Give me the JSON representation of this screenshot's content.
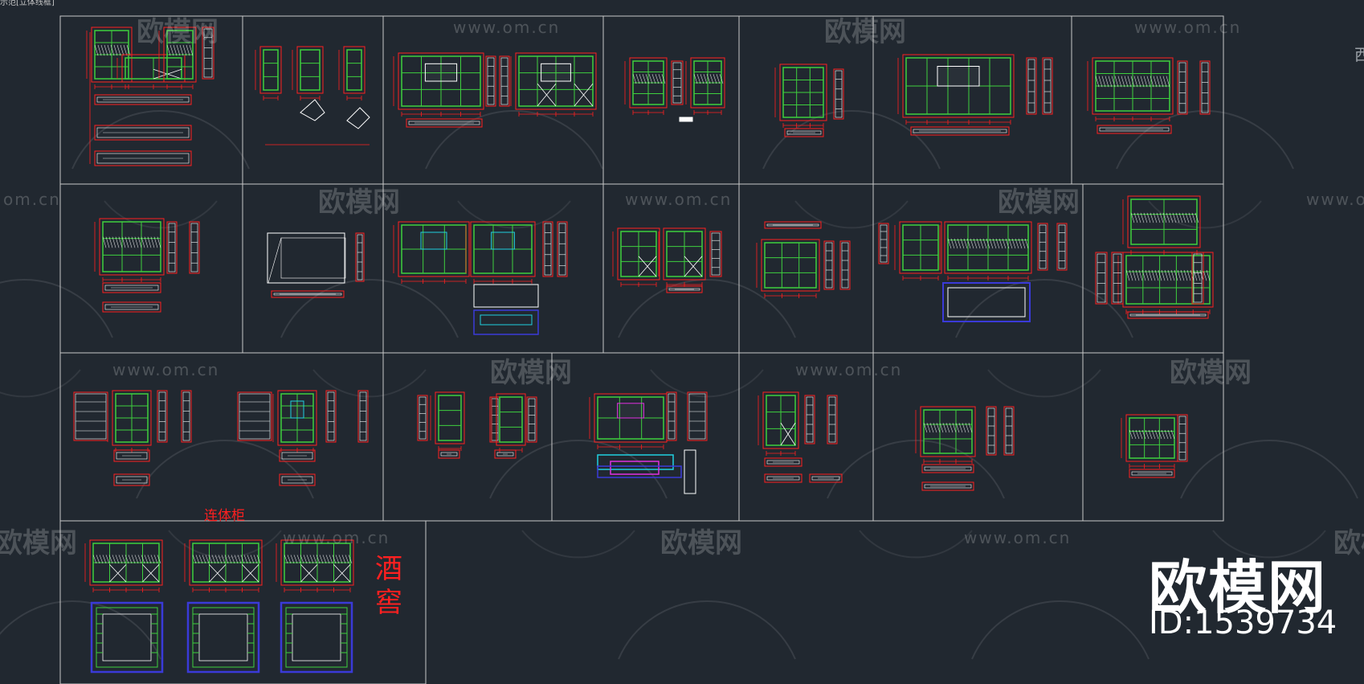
{
  "window": {
    "tab_label": "示范[立体线框]"
  },
  "labels": {
    "liantigui": "连体柜",
    "jiujiao": "酒窖"
  },
  "watermarks": {
    "brand_cn": "欧模网",
    "url": "www.om.cn",
    "url_partial": "om.cn",
    "cn_partial": "欧模网"
  },
  "brand": {
    "logo_text": "欧模网",
    "id_text": "ID:1539734"
  },
  "edge_char": "西",
  "colors": {
    "background": "#212830",
    "grid_line": "#c8c8c8",
    "cad_red": "#ff2020",
    "cad_green": "#3ecf3e",
    "cad_white": "#ffffff",
    "cad_blue": "#3a3ad8",
    "cad_cyan": "#20d0e0",
    "cad_magenta": "#e030e0"
  }
}
